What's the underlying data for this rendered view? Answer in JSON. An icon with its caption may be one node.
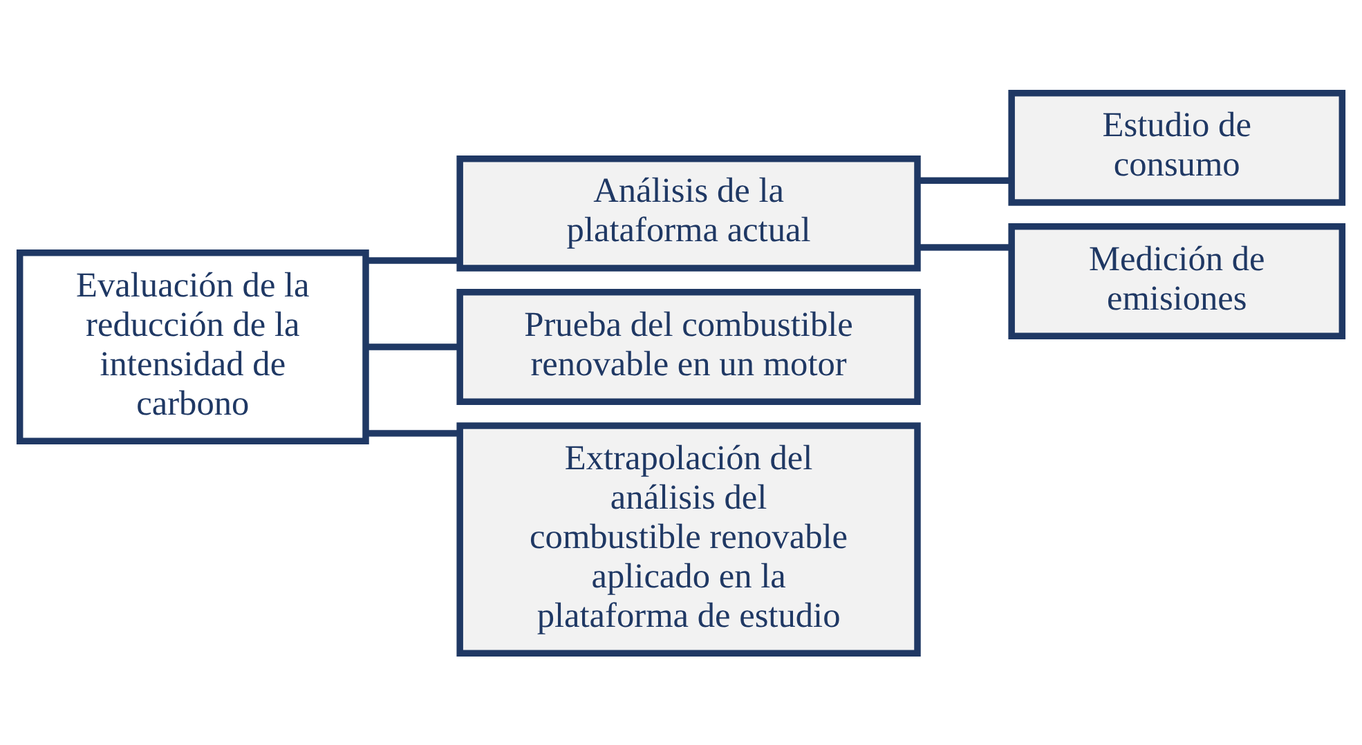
{
  "diagram": {
    "nodes": [
      {
        "text": [
          "Evaluación de la reducción de la intensidad de carbono"
        ]
      },
      {
        "text": [
          "Análisis de la plataforma actual"
        ]
      },
      {
        "text": [
          "Prueba del combustible renovable en un motor"
        ]
      },
      {
        "text": [
          "Extrapolación del análisis del combustible renovable aplicado en la plataforma de estudio"
        ]
      },
      {
        "text": [
          "Estudio de consumo"
        ]
      },
      {
        "text": [
          "Medición de emisiones"
        ]
      }
    ],
    "edges": [
      {
        "from": 0,
        "to": 1,
        "arrow": "none"
      },
      {
        "from": 0,
        "to": 2,
        "arrow": "none"
      },
      {
        "from": 0,
        "to": 3,
        "arrow": "none"
      },
      {
        "from": 1,
        "to": 4,
        "arrow": "none"
      },
      {
        "from": 1,
        "to": 5,
        "arrow": "none"
      }
    ]
  }
}
